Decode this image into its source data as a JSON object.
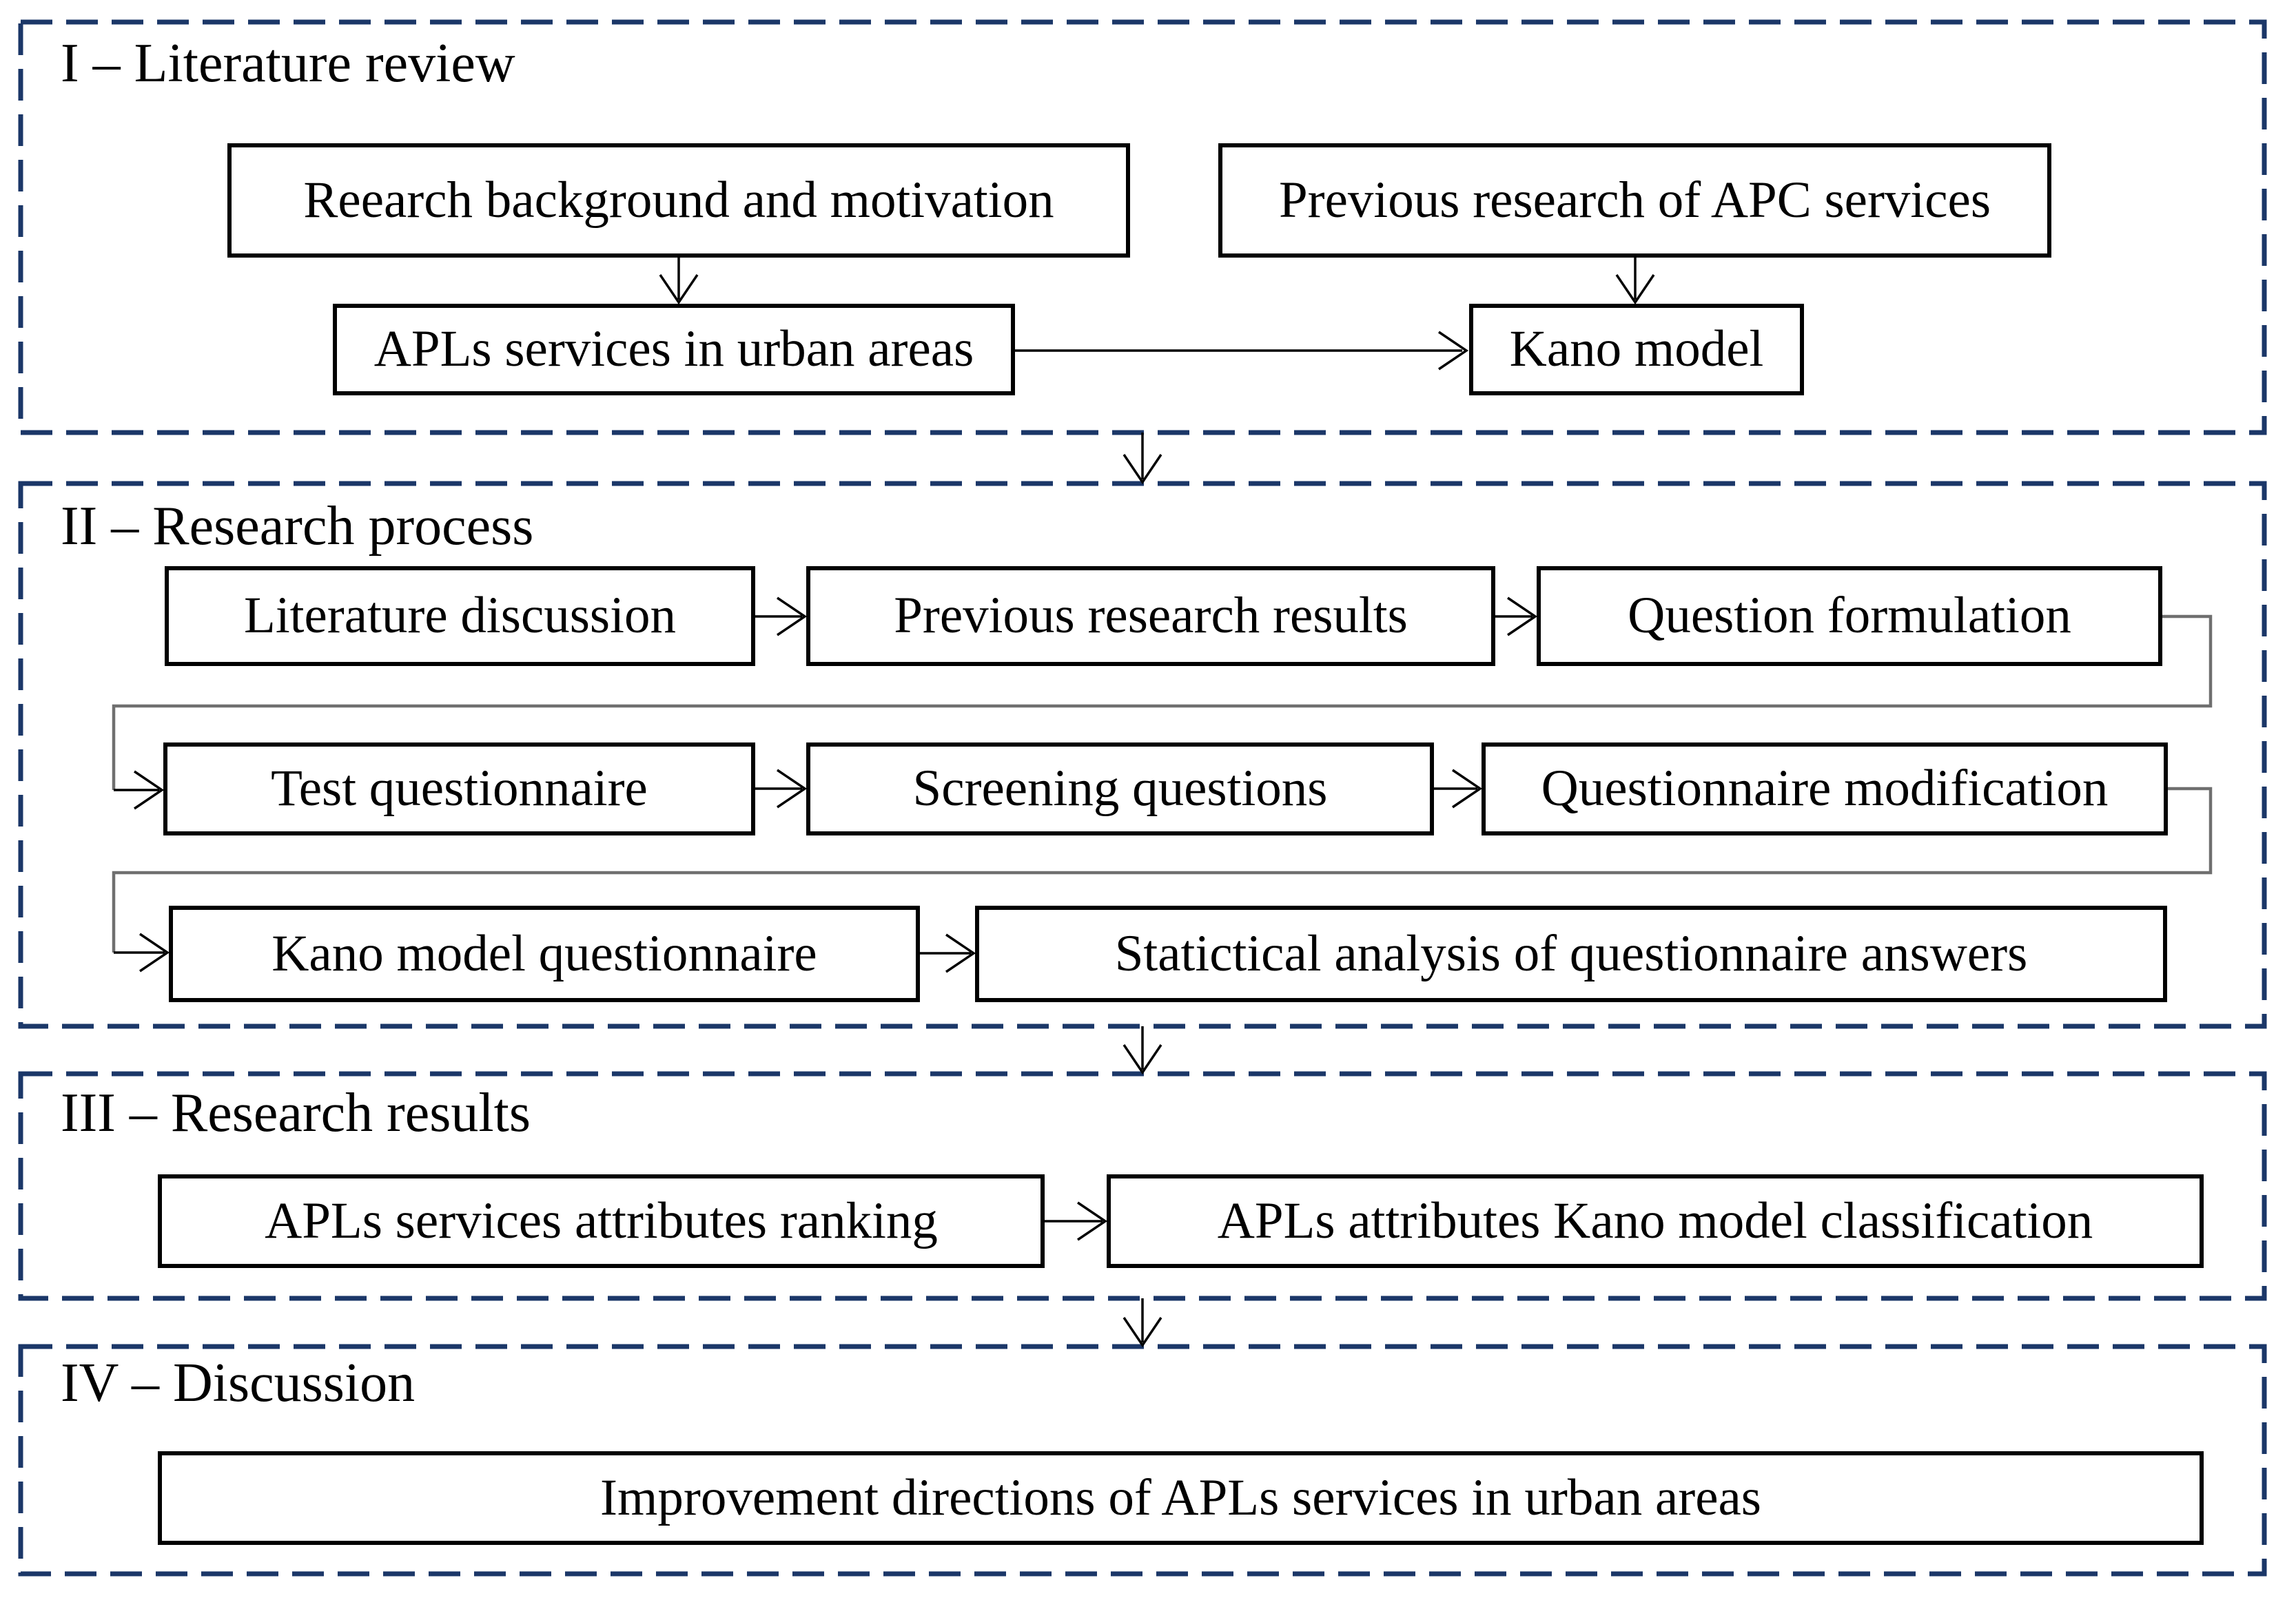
{
  "diagram": {
    "background": "#ffffff",
    "colors": {
      "section_border": "#1b3768",
      "box_border": "#000000",
      "connector": "#000000",
      "wrap_connector": "#6f6f6f",
      "text": "#000000"
    },
    "sections": [
      {
        "title": "I – Literature review",
        "boxes": [
          {
            "label": "Reearch background and motivation"
          },
          {
            "label": "Previous research of APC services"
          },
          {
            "label": "APLs services in urban areas"
          },
          {
            "label": "Kano model"
          }
        ]
      },
      {
        "title": "II – Research process",
        "boxes": [
          {
            "label": "Literature discussion"
          },
          {
            "label": "Previous research results"
          },
          {
            "label": "Question formulation"
          },
          {
            "label": "Test questionnaire"
          },
          {
            "label": "Screening questions"
          },
          {
            "label": "Questionnaire modification"
          },
          {
            "label": "Kano model questionnaire"
          },
          {
            "label": "Statictical analysis of questionnaire answers"
          }
        ]
      },
      {
        "title": "III – Research results",
        "boxes": [
          {
            "label": "APLs services attributes ranking"
          },
          {
            "label": "APLs attributes Kano model classification"
          }
        ]
      },
      {
        "title": "IV – Discussion",
        "boxes": [
          {
            "label": "Improvement directions of APLs services in urban areas"
          }
        ]
      }
    ]
  }
}
